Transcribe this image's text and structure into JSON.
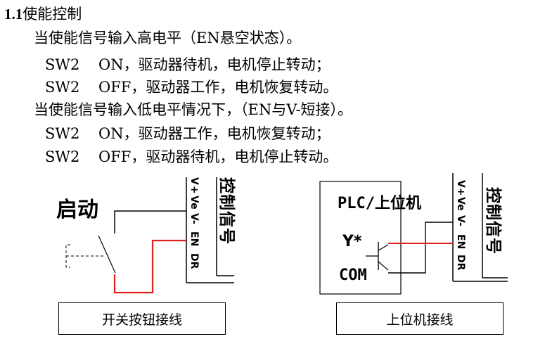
{
  "section": {
    "number": "1.1",
    "title": "使能控制"
  },
  "lines": [
    {
      "text": "当使能信号输入高电平（EN悬空状态）。"
    },
    {
      "prefix": "SW2",
      "text": "ON，驱动器待机，电机停止转动；"
    },
    {
      "prefix": "SW2",
      "text": "OFF，驱动器工作，电机恢复转动。"
    },
    {
      "text": "当使能信号输入低电平情况下，（EN与V-短接）。"
    },
    {
      "prefix": "SW2",
      "text": "ON，驱动器工作，电机恢复转动；"
    },
    {
      "prefix": "SW2",
      "text": "OFF，驱动器待机，电机停止转动。"
    }
  ],
  "left_diagram": {
    "start_label": "启动",
    "terminals": [
      "V+",
      "Ve",
      "V-",
      "EN",
      "DR"
    ],
    "control_label": "控制信号",
    "caption": "开关按钮接线"
  },
  "right_diagram": {
    "plc_label": "PLC/上位机",
    "y_label": "Y*",
    "com_label": "COM",
    "terminals": [
      "V+",
      "Ve",
      "V-",
      "EN",
      "DR"
    ],
    "control_label": "控制信号",
    "caption": "上位机接线"
  },
  "colors": {
    "wire_red": "#e0201c",
    "wire_black": "#000000"
  }
}
